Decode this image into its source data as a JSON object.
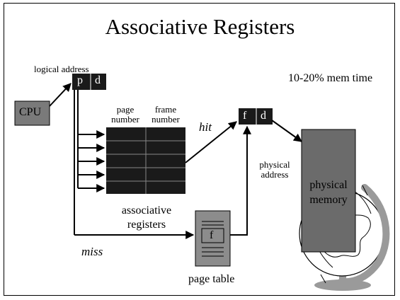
{
  "slide": {
    "title": "Associative Registers"
  },
  "labels": {
    "logical_address": "logical address",
    "cpu": "CPU",
    "logical_p": "p",
    "logical_d": "d",
    "page_number": "page number",
    "frame_number": "frame number",
    "hit": "hit",
    "miss": "miss",
    "physical_f": "f",
    "physical_d": "d",
    "physical_address": "physical address",
    "mem_time": "10-20% mem time",
    "physical_memory": "physical memory",
    "associative_registers": "associative registers",
    "page_table_f": "f",
    "page_table": "page table"
  },
  "colors": {
    "cpu_box": "#7a7a7a",
    "register_block": "#1a1a1a",
    "memory_box": "#6b6b6b",
    "globe_stand": "#9a9a9a",
    "page_table_box": "#8c8c8c"
  },
  "icons": {
    "globe": "globe-icon"
  }
}
